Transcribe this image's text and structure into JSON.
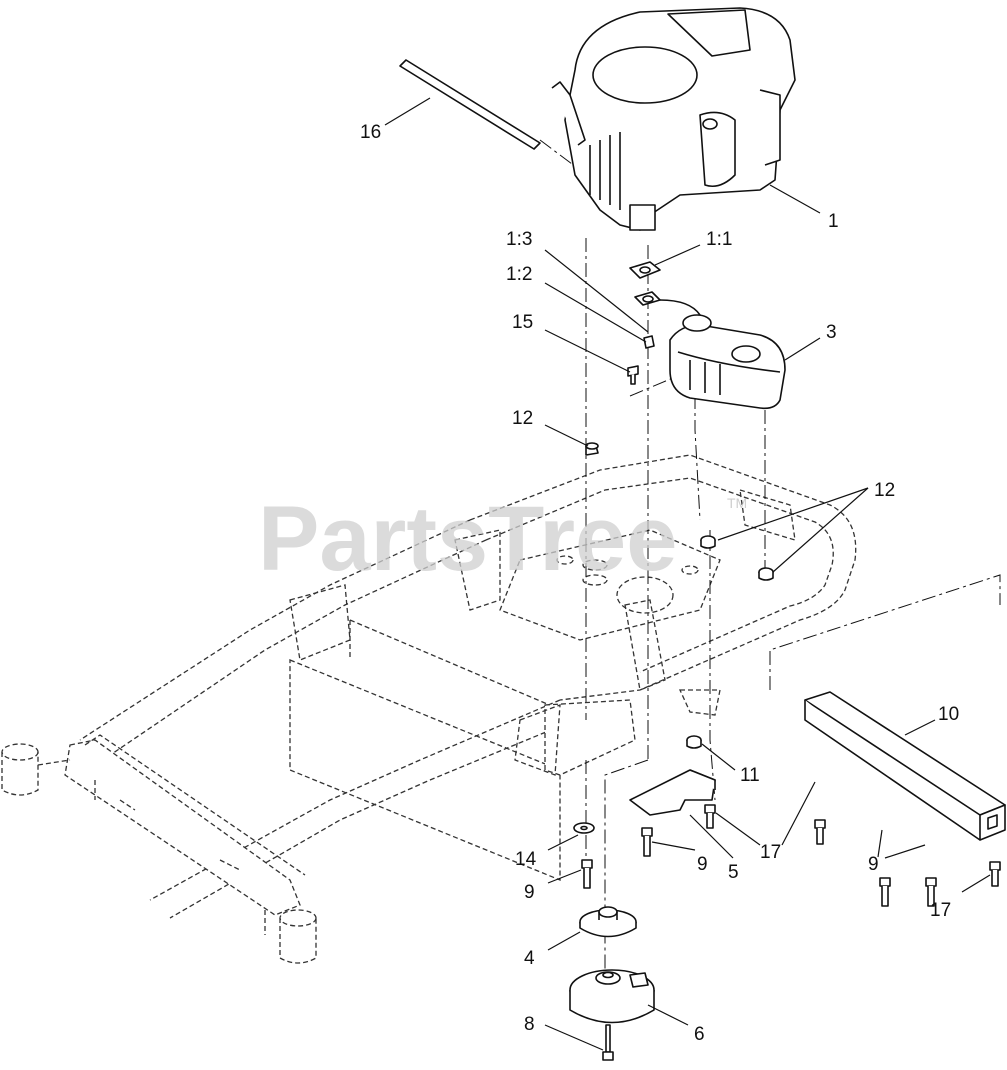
{
  "watermark": {
    "text": "PartsTree",
    "tm": "TM"
  },
  "callouts": {
    "c1": "1",
    "c1_1": "1:1",
    "c1_2": "1:2",
    "c1_3": "1:3",
    "c3": "3",
    "c4": "4",
    "c5": "5",
    "c6": "6",
    "c8": "8",
    "c9a": "9",
    "c9b": "9",
    "c9c": "9",
    "c10": "10",
    "c11": "11",
    "c12a": "12",
    "c12b": "12",
    "c14": "14",
    "c15": "15",
    "c16": "16",
    "c17a": "17",
    "c17b": "17"
  }
}
